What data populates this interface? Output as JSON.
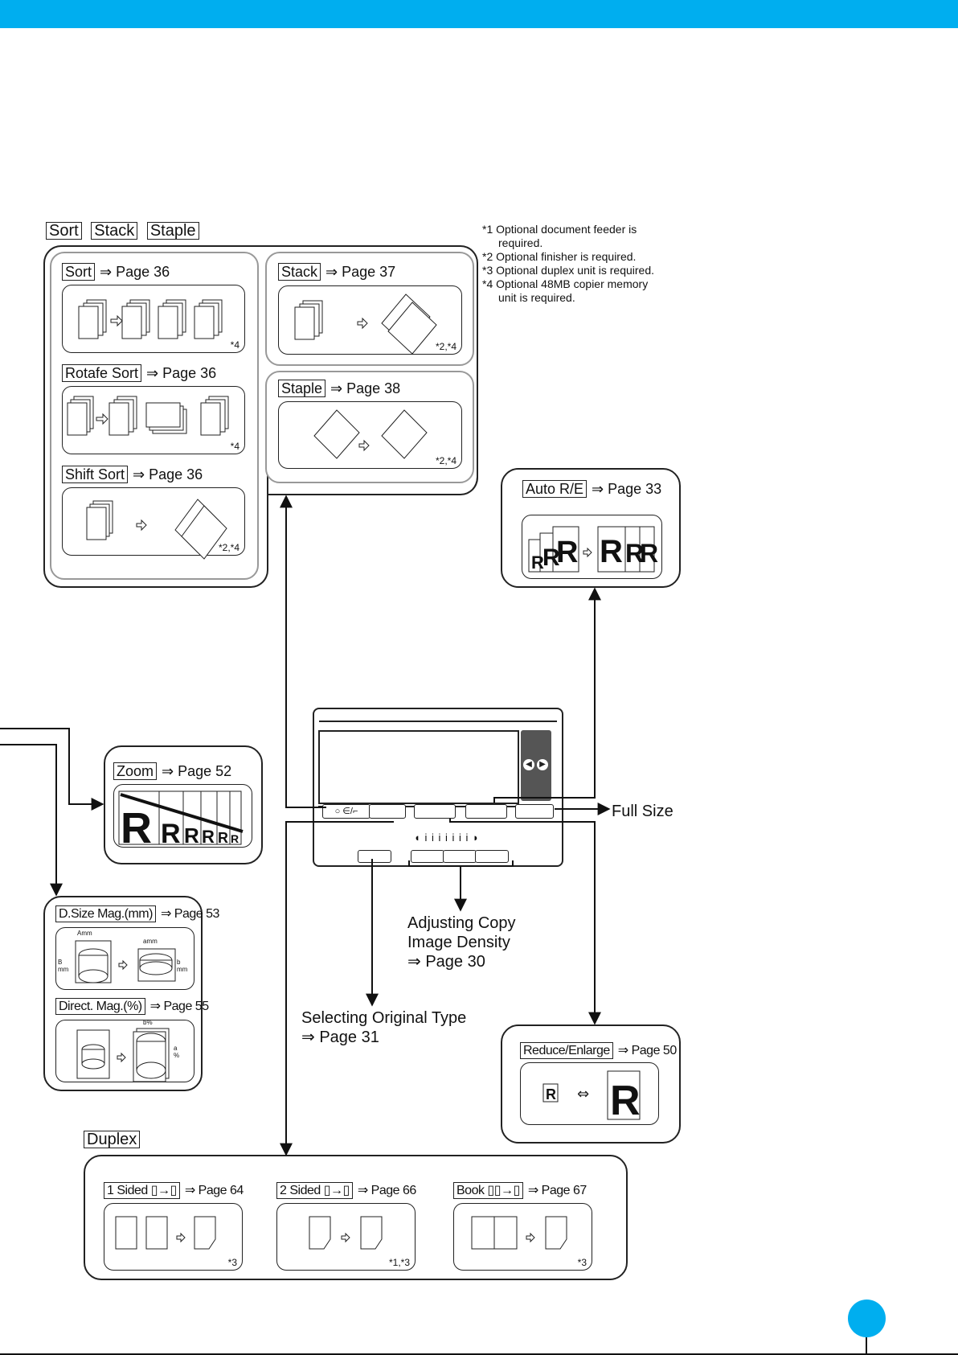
{
  "colors": {
    "accent": "#00AEEF",
    "ink": "#222222",
    "panel_grey": "#555555"
  },
  "header": {
    "keys": [
      "Sort",
      "Stack",
      "Staple"
    ]
  },
  "notes": [
    {
      "mark": "*1",
      "text": "Optional document feeder is",
      "text2": "required."
    },
    {
      "mark": "*2",
      "text": "Optional finisher is required."
    },
    {
      "mark": "*3",
      "text": "Optional duplex unit is required."
    },
    {
      "mark": "*4",
      "text": "Optional 48MB copier memory",
      "text2": "unit is required."
    }
  ],
  "sort_section": {
    "sort": {
      "key": "Sort",
      "ref": "⇒ Page 36",
      "note": "*4"
    },
    "rotate_sort": {
      "key": "Rotafe Sort",
      "ref": "⇒ Page 36",
      "note": "*4"
    },
    "shift_sort": {
      "key": "Shift Sort",
      "ref": "⇒ Page 36",
      "note": "*2,*4"
    },
    "stack": {
      "key": "Stack",
      "ref": "⇒ Page 37",
      "note": "*2,*4"
    },
    "staple": {
      "key": "Staple",
      "ref": "⇒ Page 38",
      "note": "*2,*4"
    }
  },
  "auto_re": {
    "key": "Auto R/E",
    "ref": "⇒ Page 33"
  },
  "zoom": {
    "key": "Zoom",
    "ref": "⇒ Page 52"
  },
  "dsize": {
    "key": "D.Size Mag.(mm)",
    "ref": "⇒ Page 53",
    "amm": "Amm",
    "amm2": "amm",
    "bmm": "B mm",
    "bmm2": "b mm"
  },
  "direct": {
    "key": "Direct. Mag.(%)",
    "ref": "⇒ Page 55",
    "bpct": "b%",
    "apct": "a %"
  },
  "full_size": "Full Size",
  "adjusting": {
    "line1": "Adjusting Copy",
    "line2": "Image Density",
    "line3": "⇒ Page 30"
  },
  "selecting": {
    "line1": "Selecting Original Type",
    "line2": "⇒ Page 31"
  },
  "reduce": {
    "key": "Reduce/Enlarge",
    "ref": "⇒ Page 50"
  },
  "duplex": {
    "title": "Duplex",
    "one_sided": {
      "key": "1 Sided",
      "ref": "⇒ Page 64",
      "note": "*3"
    },
    "two_sided": {
      "key": "2 Sided",
      "ref": "⇒ Page 66",
      "note": "*1,*3"
    },
    "book": {
      "key": "Book",
      "ref": "⇒ Page 67",
      "note": "*3"
    }
  }
}
